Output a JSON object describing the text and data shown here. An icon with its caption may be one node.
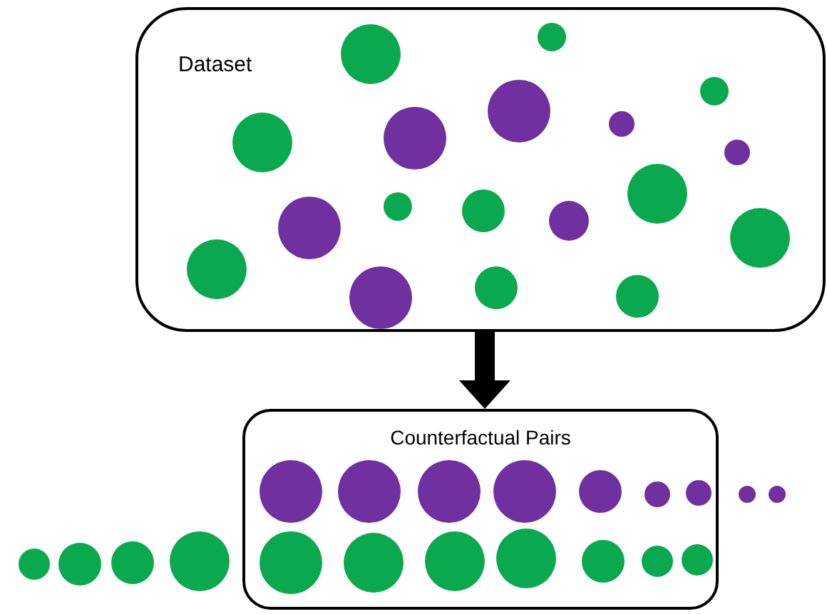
{
  "diagram": {
    "nodes": [
      {
        "text": [
          "Dataset"
        ]
      },
      {
        "text": [
          "Counterfactual Pairs"
        ]
      }
    ],
    "edges": [
      {
        "from": 0,
        "to": 1,
        "arrow": "to",
        "style": "thick"
      }
    ]
  }
}
